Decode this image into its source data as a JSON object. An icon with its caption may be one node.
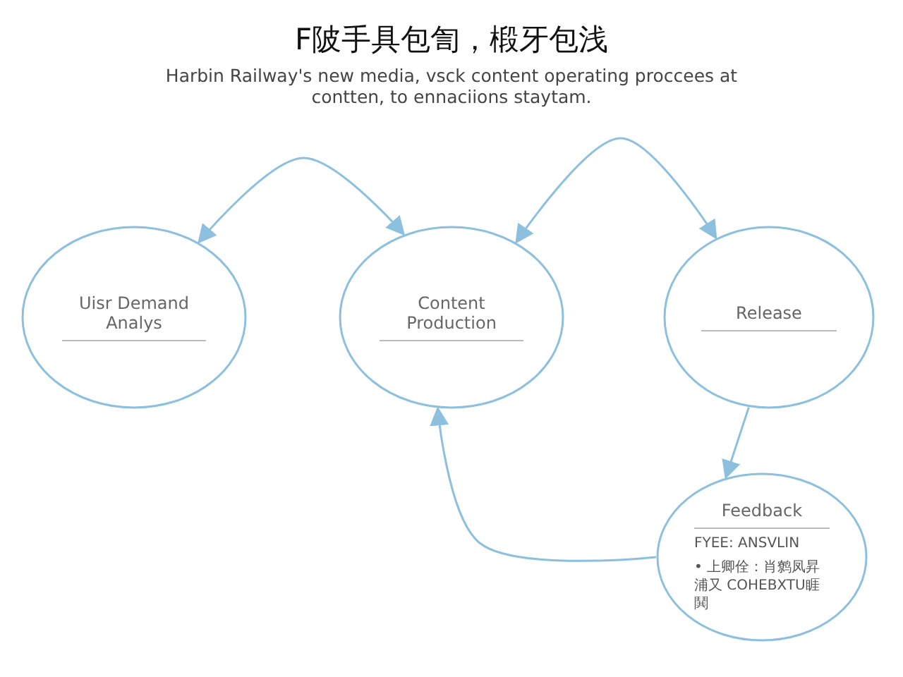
{
  "diagram": {
    "title": "F陂手具包訇，椴牙包浅",
    "caption": "Harbin Railway's new media, vsck content operating proccees at contten, to ennaciions staytam.",
    "nodes": [
      {
        "text": [
          "Uisr Demand Analys"
        ]
      },
      {
        "text": [
          "Content Production"
        ]
      },
      {
        "text": [
          "Release"
        ]
      },
      {
        "text": [
          "Feedback",
          "FYEE: ANSVLIN",
          "• 上卿佺：肖鹩凤昇浦又 COHEBXTU睚鬨"
        ]
      }
    ],
    "edges": [
      {
        "from": 0,
        "to": 1,
        "arrow": "both"
      },
      {
        "from": 1,
        "to": 2,
        "arrow": "both"
      },
      {
        "from": 2,
        "to": 3,
        "arrow": "to"
      },
      {
        "from": 3,
        "to": 1,
        "arrow": "to"
      }
    ]
  }
}
